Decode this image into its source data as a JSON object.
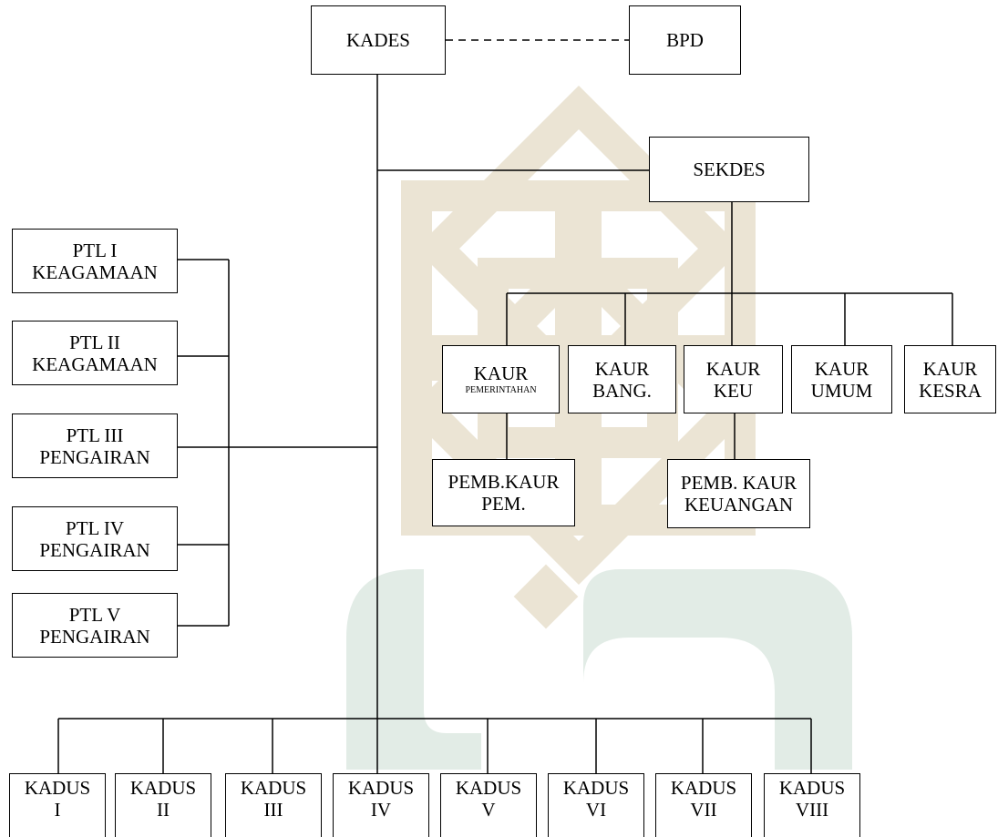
{
  "watermark": {
    "shapes": [
      "ornamental-knot",
      "arch-u",
      "dot",
      "arch-n"
    ],
    "colors": [
      "#ebe4d4",
      "#e2ece6"
    ]
  },
  "kades": {
    "label": "KADES"
  },
  "bpd": {
    "label": "BPD"
  },
  "sekdes": {
    "label": "SEKDES"
  },
  "ptl": [
    {
      "line1": "PTL  I",
      "line2": "KEAGAMAAN"
    },
    {
      "line1": "PTL  II",
      "line2": "KEAGAMAAN"
    },
    {
      "line1": "PTL  III",
      "line2": "PENGAIRAN"
    },
    {
      "line1": "PTL  IV",
      "line2": "PENGAIRAN"
    },
    {
      "line1": "PTL  V",
      "line2": "PENGAIRAN"
    }
  ],
  "kaur": [
    {
      "line1": "KAUR",
      "line2": "PEMERINTAHAN"
    },
    {
      "line1": "KAUR",
      "line2": "BANG."
    },
    {
      "line1": "KAUR",
      "line2": "KEU"
    },
    {
      "line1": "KAUR",
      "line2": "UMUM"
    },
    {
      "line1": "KAUR",
      "line2": "KESRA"
    }
  ],
  "pemb": [
    {
      "line1": "PEMB.KAUR",
      "line2": "PEM."
    },
    {
      "line1": "PEMB. KAUR",
      "line2": "KEUANGAN"
    }
  ],
  "kadus": [
    {
      "line1": "KADUS",
      "line2": "I"
    },
    {
      "line1": "KADUS",
      "line2": "II"
    },
    {
      "line1": "KADUS",
      "line2": "III"
    },
    {
      "line1": "KADUS",
      "line2": "IV"
    },
    {
      "line1": "KADUS",
      "line2": "V"
    },
    {
      "line1": "KADUS",
      "line2": "VI"
    },
    {
      "line1": "KADUS",
      "line2": "VII"
    },
    {
      "line1": "KADUS",
      "line2": "VIII"
    }
  ]
}
